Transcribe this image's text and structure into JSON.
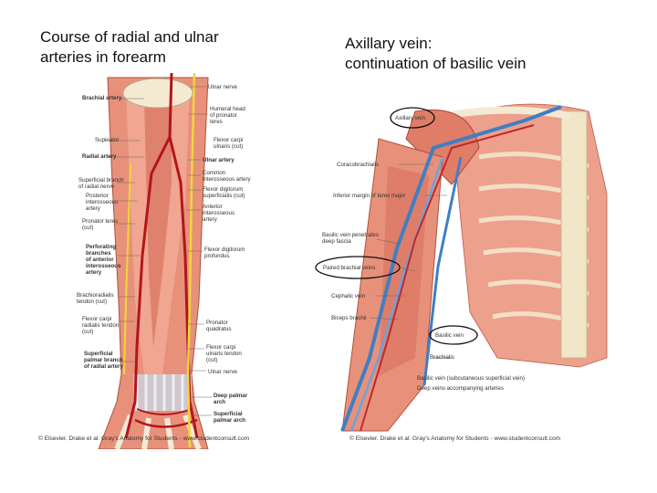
{
  "slide": {
    "left_title": "Course of radial and ulnar\narteries in forearm",
    "right_title": "Axillary vein:\ncontinuation of basilic vein"
  },
  "forearm": {
    "labels_left": [
      "Brachial artery",
      "Supinator",
      "Radial artery",
      "Superficial branch\nof radial nerve",
      "Posterior\ninterosseous\nartery",
      "Pronator teres\n(cut)",
      "Perforating\nbranches\nof anterior\ninterosseous\nartery",
      "Brachioradialis\ntendon (cut)",
      "Flexor carpi\nradialis tendon\n(cut)",
      "Superficial\npalmar branch\nof radial artery"
    ],
    "labels_right": [
      "Ulnar nerve",
      "Humeral head\nof pronator\nteres",
      "Flexor carpi\nulnaris (cut)",
      "Ulnar artery",
      "Common\ninterosseous artery",
      "Flexor digitorum\nsuperficialis (cut)",
      "Anterior\ninterosseous\nartery",
      "Flexor digitorum\nprofundus",
      "Pronator\nquadratus",
      "Flexor carpi\nulnaris tendon\n(cut)",
      "Ulnar nerve",
      "Deep palmar\narch",
      "Superficial\npalmar arch"
    ],
    "credit": "© Elsevier. Drake et al: Gray's Anatomy for Students - www.studentconsult.com"
  },
  "arm": {
    "labels": [
      "Axillary vein",
      "Coracobrachialis",
      "Inferior margin of teres major",
      "Basilic vein penetrates\ndeep fascia",
      "Paired brachial veins",
      "Cephalic vein",
      "Biceps brachii",
      "Basilic vein",
      "Brachialis",
      "Basilic vein (subcutaneous superficial vein)",
      "Deep veins accompanying arteries"
    ],
    "credit": "© Elsevier. Drake et al: Gray's Anatomy for Students - www.studentconsult.com"
  }
}
